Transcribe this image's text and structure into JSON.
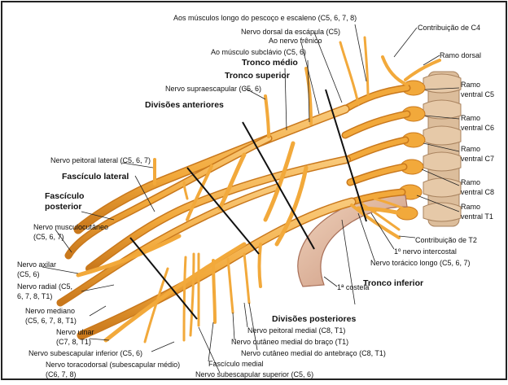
{
  "labels": {
    "longo_pescoco": "Aos músculos longo do pescoço e escaleno (C5, 6, 7, 8)",
    "dorsal_escapula": "Nervo dorsal da escápula (C5)",
    "nervo_frenico": "Ao nervo frênico",
    "subclavio": "Ao músculo subclávio (C5, 6)",
    "tronco_medio": "Tronco médio",
    "tronco_superior": "Tronco superior",
    "supraescapular": "Nervo supraescapular (C5, 6)",
    "divisoes_anteriores": "Divisões anteriores",
    "contrib_c4": "Contribuição de C4",
    "ramo_dorsal": "Ramo dorsal",
    "ramo_v_c5_a": "Ramo",
    "ramo_v_c5_b": "ventral C5",
    "ramo_v_c6_a": "Ramo",
    "ramo_v_c6_b": "ventral C6",
    "ramo_v_c7_a": "Ramo",
    "ramo_v_c7_b": "ventral C7",
    "ramo_v_c8_a": "Ramo",
    "ramo_v_c8_b": "ventral C8",
    "ramo_v_t1_a": "Ramo",
    "ramo_v_t1_b": "ventral T1",
    "peitoral_lateral": "Nervo peitoral lateral (C5, 6, 7)",
    "fasciculo_lateral": "Fascículo lateral",
    "fasciculo_posterior_a": "Fascículo",
    "fasciculo_posterior_b": "posterior",
    "musculocutaneo_a": "Nervo musculocutâneo",
    "musculocutaneo_b": "(C5, 6, 7)",
    "axilar_a": "Nervo axilar",
    "axilar_b": "(C5, 6)",
    "radial_a": "Nervo radial (C5,",
    "radial_b": "6, 7, 8, T1)",
    "mediano_a": "Nervo mediano",
    "mediano_b": "(C5, 6, 7, 8, T1)",
    "ulnar_a": "Nervo ulnar",
    "ulnar_b": "(C7, 8, T1)",
    "subescapular_inferior": "Nervo subescapular inferior (C5, 6)",
    "toracodorsal_a": "Nervo toracodorsal (subescapular médio)",
    "toracodorsal_b": "(C6, 7, 8)",
    "contrib_t2": "Contribuição de T2",
    "intercostal": "1º nervo intercostal",
    "toracico_longo": "Nervo torácico longo (C5, 6, 7)",
    "primeira_costela": "1ª costela",
    "tronco_inferior": "Tronco inferior",
    "divisoes_posteriores": "Divisões posteriores",
    "peitoral_medial": "Nervo peitoral medial (C8, T1)",
    "cutaneo_braco": "Nervo cutâneo medial do braço (T1)",
    "cutaneo_antebraco": "Nervo cutâneo medial do antebraço (C8, T1)",
    "fasciculo_medial": "Fascículo medial",
    "subescapular_superior": "Nervo subescapular superior (C5, 6)"
  },
  "colors": {
    "nerve": "#f2a93b",
    "nerve_dark": "#c9781c",
    "nerve_light": "#f9c97a",
    "bone": "#e8c2a6",
    "bone_dark": "#c9937a",
    "vertebra": "#d8b48e",
    "division_line": "#111111",
    "leader": "#222222",
    "frame": "#222222"
  }
}
